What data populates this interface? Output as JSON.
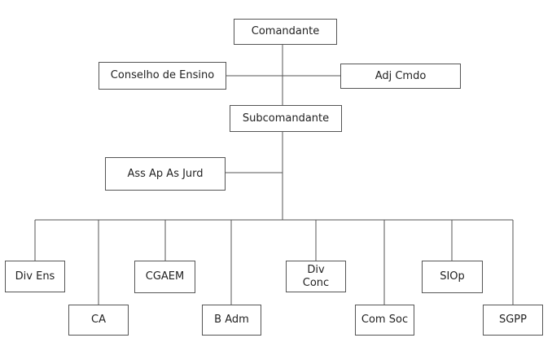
{
  "org_chart": {
    "nodes": {
      "comandante": "Comandante",
      "conselho": "Conselho de Ensino",
      "adj": "Adj Cmdo",
      "subcomandante": "Subcomandante",
      "ass": "Ass Ap As Jurd",
      "div_ens": "Div Ens",
      "ca": "CA",
      "cgaem": "CGAEM",
      "b_adm": "B Adm",
      "div_conc": "Div\nConc",
      "com_soc": "Com Soc",
      "siop": "SIOp",
      "sgpp": "SGPP"
    },
    "colors": {
      "line": "#555555",
      "box_border": "#555555",
      "text": "#222222"
    }
  }
}
